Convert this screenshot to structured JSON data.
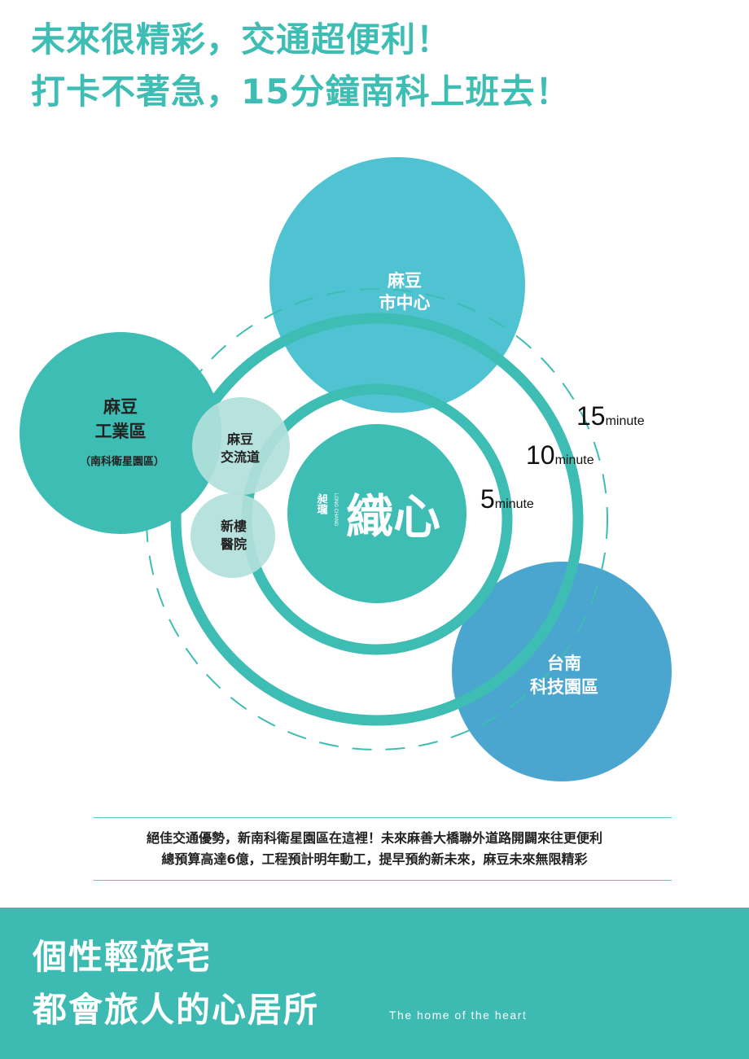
{
  "header": {
    "line1": "未來很精彩，交通超便利！",
    "line2": "打卡不著急，15分鐘南科上班去！"
  },
  "diagram": {
    "center": {
      "brand_vertical": "昶瓏",
      "brand_latin": "LONG CHANG",
      "name": "織心"
    },
    "rings": [
      {
        "number": "15",
        "unit": "minute",
        "style": "dashed"
      },
      {
        "number": "10",
        "unit": "minute",
        "style": "solid"
      },
      {
        "number": "5",
        "unit": "minute",
        "style": "solid"
      }
    ],
    "locations": {
      "madou_center": [
        "麻豆",
        "市中心"
      ],
      "madou_industrial": [
        "麻豆",
        "工業區"
      ],
      "madou_industrial_note": "（南科衛星園區）",
      "madou_interchange": [
        "麻豆",
        "交流道"
      ],
      "xinlou_hospital": [
        "新樓",
        "醫院"
      ],
      "tainan_science_park": [
        "台南",
        "科技園區"
      ]
    },
    "colors": {
      "teal": "#3dbdb3",
      "light_blue": "#4fc3d1",
      "blue": "#4aa6cf",
      "pale": "#a8dbd6"
    }
  },
  "description": {
    "line1": "絕佳交通優勢，新南科衛星園區在這裡！未來麻善大橋聯外道路開闢來往更便利",
    "line2": "總預算高達6億，工程預計明年動工，提早預約新未來，麻豆未來無限精彩"
  },
  "footer": {
    "line1": "個性輕旅宅",
    "line2": "都會旅人的心居所",
    "tagline": "The home of the heart"
  }
}
